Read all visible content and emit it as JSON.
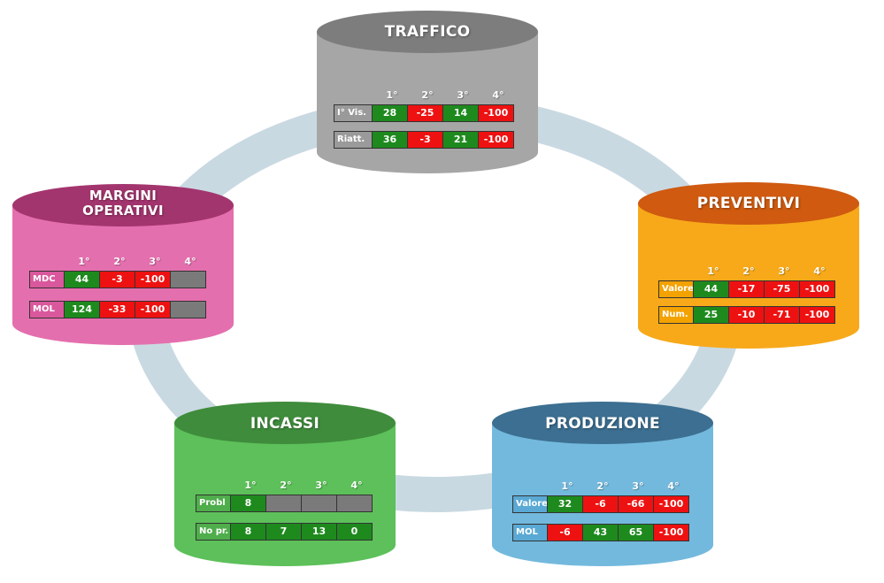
{
  "colors": {
    "ring": "#c9d9e2",
    "positive": "#1e8a1e",
    "negative": "#ee1111",
    "empty": "#7a7a7a"
  },
  "quarters": [
    "1°",
    "2°",
    "3°",
    "4°"
  ],
  "traffico": {
    "title": "TRAFFICO",
    "rows": [
      {
        "label": "I° Vis.",
        "values": [
          "28",
          "-25",
          "14",
          "-100"
        ]
      },
      {
        "label": "Riatt.",
        "values": [
          "36",
          "-3",
          "21",
          "-100"
        ]
      }
    ]
  },
  "preventivi": {
    "title": "PREVENTIVI",
    "rows": [
      {
        "label": "Valore",
        "values": [
          "44",
          "-17",
          "-75",
          "-100"
        ]
      },
      {
        "label": "Num.",
        "values": [
          "25",
          "-10",
          "-71",
          "-100"
        ]
      }
    ]
  },
  "produzione": {
    "title": "PRODUZIONE",
    "rows": [
      {
        "label": "Valore",
        "values": [
          "32",
          "-6",
          "-66",
          "-100"
        ]
      },
      {
        "label": "MOL",
        "values": [
          "-6",
          "43",
          "65",
          "-100"
        ]
      }
    ]
  },
  "incassi": {
    "title": "INCASSI",
    "rows": [
      {
        "label": "Probl",
        "values": [
          "8",
          "",
          "",
          ""
        ]
      },
      {
        "label": "No pr.",
        "values": [
          "8",
          "7",
          "13",
          "0"
        ]
      }
    ]
  },
  "margini": {
    "title_line1": "MARGINI",
    "title_line2": "OPERATIVI",
    "rows": [
      {
        "label": "MDC",
        "values": [
          "44",
          "-3",
          "-100",
          ""
        ]
      },
      {
        "label": "MOL",
        "values": [
          "124",
          "-33",
          "-100",
          ""
        ]
      }
    ]
  }
}
